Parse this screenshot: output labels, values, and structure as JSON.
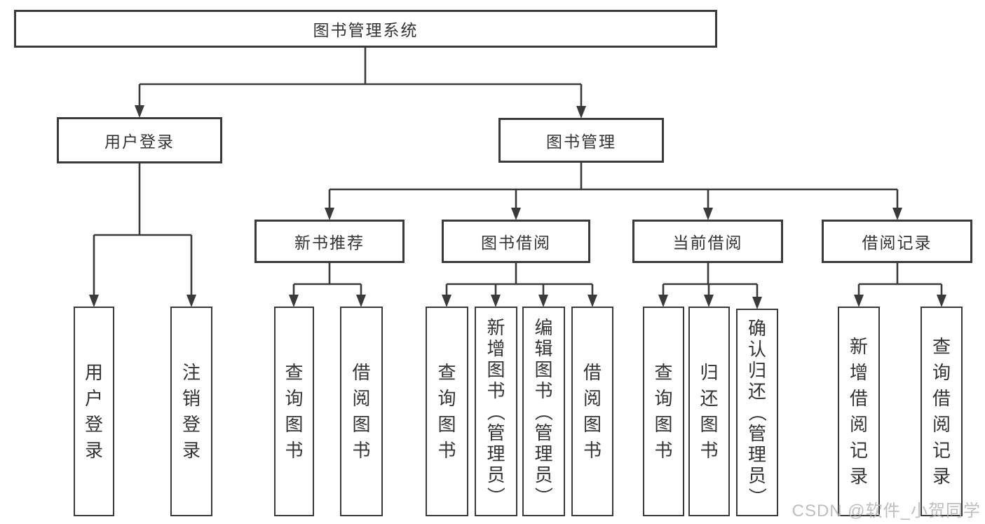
{
  "diagram": {
    "root": {
      "label": "图书管理系统"
    },
    "branches": [
      {
        "label": "用户登录",
        "children": [
          {
            "label": "用户登录"
          },
          {
            "label": "注销登录"
          }
        ]
      },
      {
        "label": "图书管理",
        "children": [
          {
            "label": "新书推荐",
            "children": [
              {
                "label": "查询图书"
              },
              {
                "label": "借阅图书"
              }
            ]
          },
          {
            "label": "图书借阅",
            "children": [
              {
                "label": "查询图书"
              },
              {
                "label": "新增图书（管理员）"
              },
              {
                "label": "编辑图书（管理员）"
              },
              {
                "label": "借阅图书"
              }
            ]
          },
          {
            "label": "当前借阅",
            "children": [
              {
                "label": "查询图书"
              },
              {
                "label": "归还图书"
              },
              {
                "label": "确认归还（管理员）"
              }
            ]
          },
          {
            "label": "借阅记录",
            "children": [
              {
                "label": "新增借阅记录"
              },
              {
                "label": "查询借阅记录"
              }
            ]
          }
        ]
      }
    ]
  },
  "watermark": {
    "text": "CSDN @软件_小贺同学"
  },
  "colors": {
    "line": "#3a3a3a",
    "text": "#333333",
    "box_background": "#ffffff",
    "page_background": "#ffffff",
    "watermark": "#b3b3b3"
  }
}
